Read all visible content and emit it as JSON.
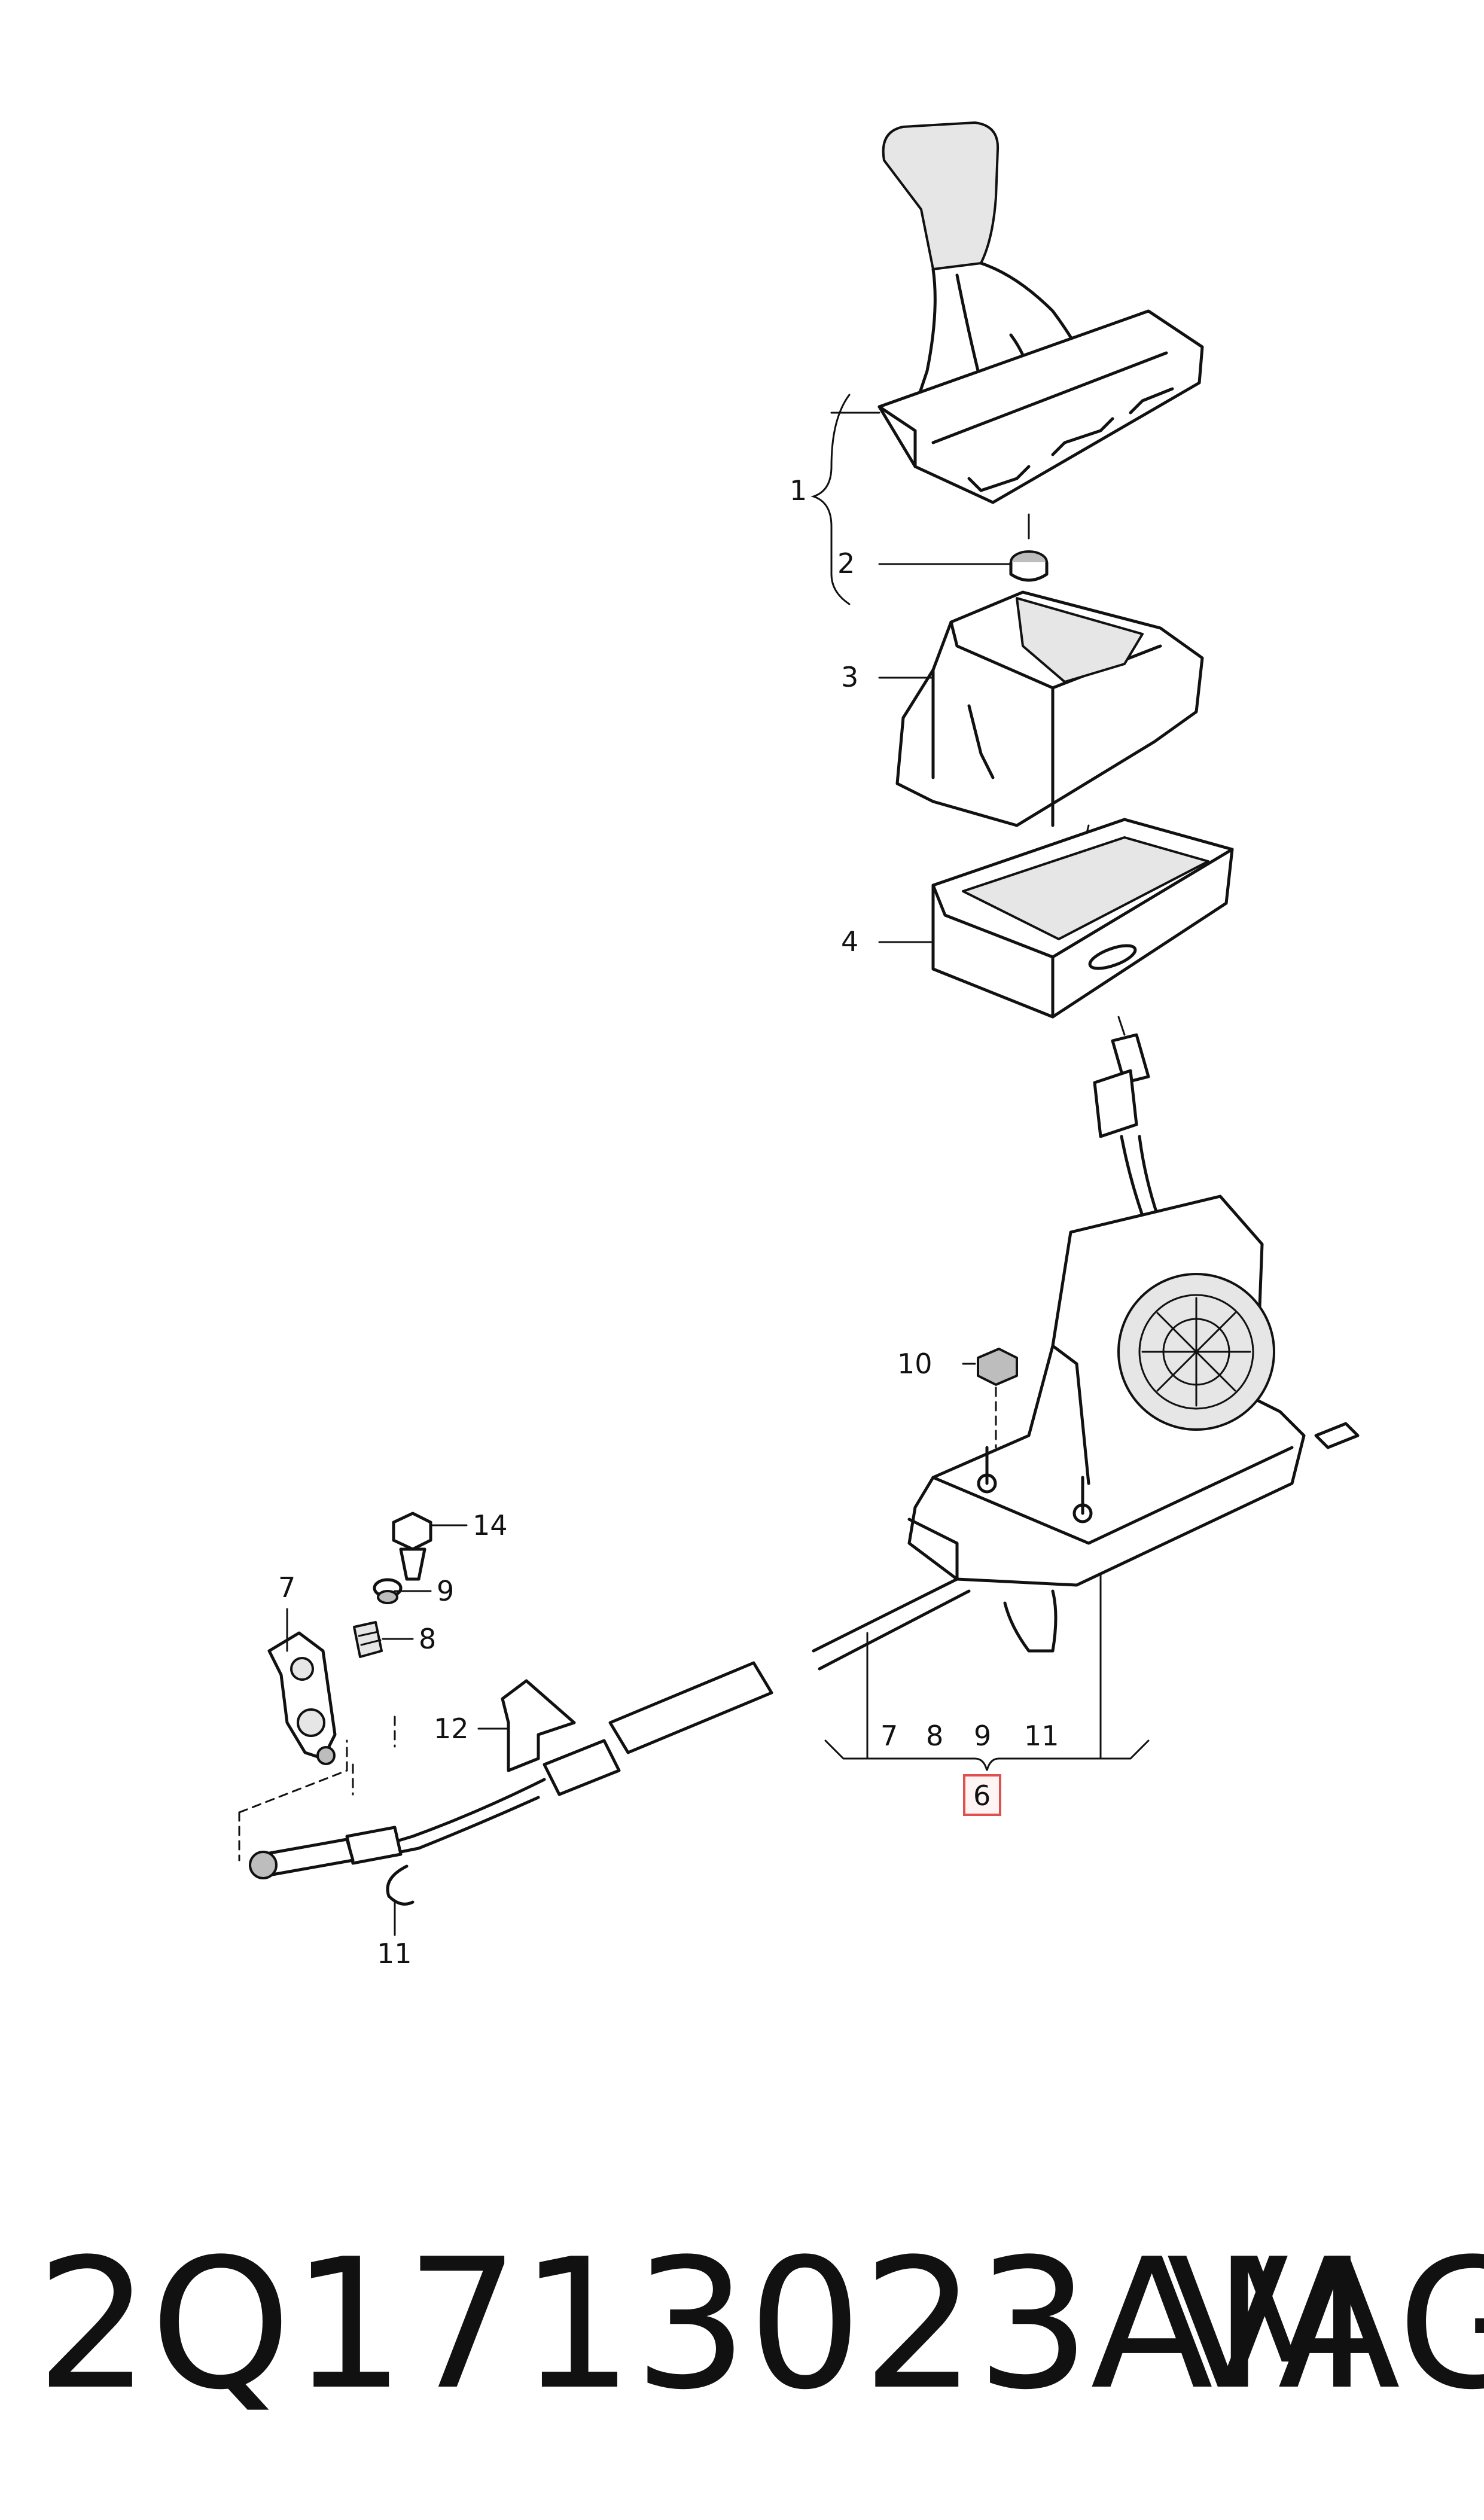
{
  "diagram": {
    "callouts": {
      "c1": "1",
      "c2": "2",
      "c3": "3",
      "c4": "4",
      "c10": "10",
      "c14": "14",
      "c7_left": "7",
      "c9_left": "9",
      "c8_left": "8",
      "c12": "12",
      "c11_bottom": "11",
      "group_7": "7",
      "group_8": "8",
      "group_9": "9",
      "group_11": "11",
      "group_6": "6"
    },
    "highlight_color": "#e05050"
  },
  "footer": {
    "part_number": "2Q1713023AM",
    "brand": "VAG"
  }
}
